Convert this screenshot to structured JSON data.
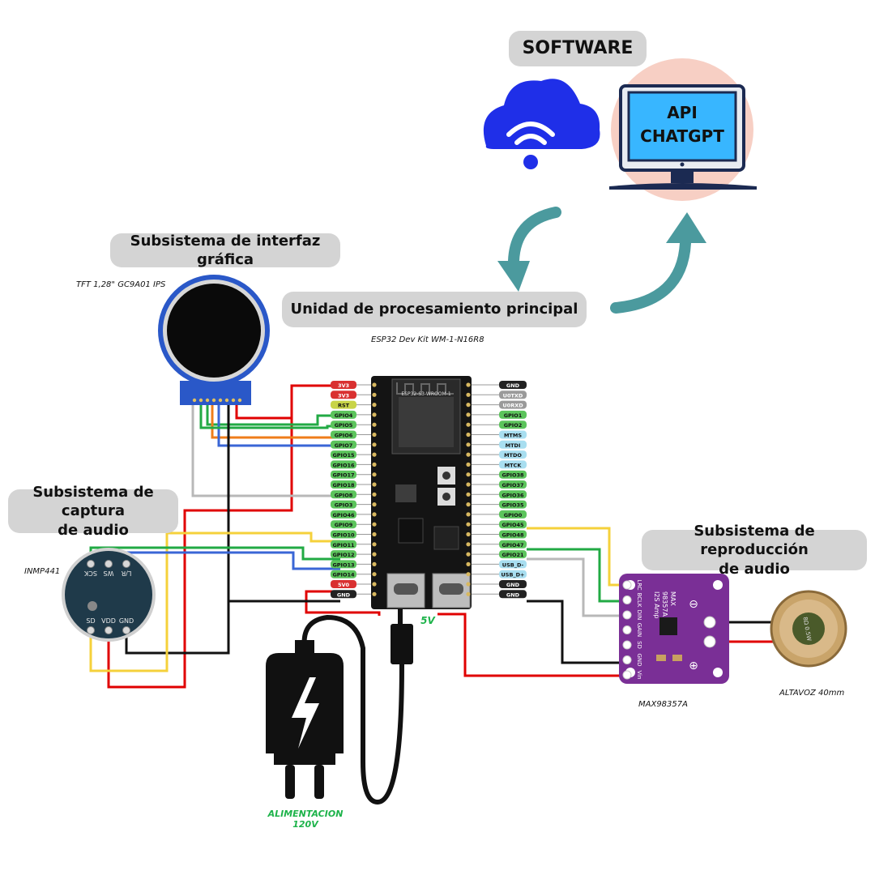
{
  "labels": {
    "software": "SOFTWARE",
    "api_line1": "API",
    "api_line2": "CHATGPT",
    "gui_subsystem": "Subsistema de interfaz gráfica",
    "tft_caption": "TFT 1,28\" GC9A01 IPS",
    "main_unit": "Unidad de procesamiento principal",
    "esp_caption": "ESP32 Dev Kit WM-1-N16R8",
    "capture_subsystem_l1": "Subsistema de captura",
    "capture_subsystem_l2": "de audio",
    "mic_caption": "INMP441",
    "playback_subsystem_l1": "Subsistema de reproducción",
    "playback_subsystem_l2": "de audio",
    "amp_caption": "MAX98357A",
    "speaker_caption": "ALTAVOZ 40mm",
    "power_label_l1": "ALIMENTACION",
    "power_label_l2": "120V",
    "five_volt": "5V"
  },
  "esp32": {
    "module_text": "ESP32-S3-WROOM-1",
    "left_pins": [
      {
        "label": "3V3",
        "color": "#d93030"
      },
      {
        "label": "3V3",
        "color": "#d93030"
      },
      {
        "label": "RST",
        "color": "#c8d447"
      },
      {
        "label": "GPIO4",
        "color": "#5cc45c"
      },
      {
        "label": "GPIO5",
        "color": "#5cc45c"
      },
      {
        "label": "GPIO6",
        "color": "#5cc45c"
      },
      {
        "label": "GPIO7",
        "color": "#5cc45c"
      },
      {
        "label": "GPIO15",
        "color": "#5cc45c"
      },
      {
        "label": "GPIO16",
        "color": "#5cc45c"
      },
      {
        "label": "GPIO17",
        "color": "#5cc45c"
      },
      {
        "label": "GPIO18",
        "color": "#5cc45c"
      },
      {
        "label": "GPIO8",
        "color": "#5cc45c"
      },
      {
        "label": "GPIO3",
        "color": "#5cc45c"
      },
      {
        "label": "GPIO46",
        "color": "#5cc45c"
      },
      {
        "label": "GPIO9",
        "color": "#5cc45c"
      },
      {
        "label": "GPIO10",
        "color": "#5cc45c"
      },
      {
        "label": "GPIO11",
        "color": "#5cc45c"
      },
      {
        "label": "GPIO12",
        "color": "#5cc45c"
      },
      {
        "label": "GPIO13",
        "color": "#5cc45c"
      },
      {
        "label": "GPIO14",
        "color": "#5cc45c"
      },
      {
        "label": "5V0",
        "color": "#d93030"
      },
      {
        "label": "GND",
        "color": "#222222"
      }
    ],
    "right_pins": [
      {
        "label": "GND",
        "color": "#222222"
      },
      {
        "label": "U0TXD",
        "color": "#9a9a9a"
      },
      {
        "label": "U0RXD",
        "color": "#9a9a9a"
      },
      {
        "label": "GPIO1",
        "color": "#5cc45c"
      },
      {
        "label": "GPIO2",
        "color": "#5cc45c"
      },
      {
        "label": "MTMS",
        "color": "#a8def0"
      },
      {
        "label": "MTDI",
        "color": "#a8def0"
      },
      {
        "label": "MTDO",
        "color": "#a8def0"
      },
      {
        "label": "MTCK",
        "color": "#a8def0"
      },
      {
        "label": "GPIO38",
        "color": "#5cc45c"
      },
      {
        "label": "GPIO37",
        "color": "#5cc45c"
      },
      {
        "label": "GPIO36",
        "color": "#5cc45c"
      },
      {
        "label": "GPIO35",
        "color": "#5cc45c"
      },
      {
        "label": "GPIO0",
        "color": "#5cc45c"
      },
      {
        "label": "GPIO45",
        "color": "#5cc45c"
      },
      {
        "label": "GPIO48",
        "color": "#5cc45c"
      },
      {
        "label": "GPIO47",
        "color": "#5cc45c"
      },
      {
        "label": "GPIO21",
        "color": "#5cc45c"
      },
      {
        "label": "USB_D-",
        "color": "#a8def0"
      },
      {
        "label": "USB_D+",
        "color": "#a8def0"
      },
      {
        "label": "GND",
        "color": "#222222"
      },
      {
        "label": "GND",
        "color": "#222222"
      }
    ]
  },
  "mic_pins": [
    "SCK",
    "WS",
    "L/R",
    "SD",
    "VDD",
    "GND"
  ],
  "amp_pins": [
    "LRC",
    "BCLK",
    "DIN",
    "GAIN",
    "SD",
    "GND",
    "Vin"
  ],
  "amp_chip": [
    "MAX",
    "98357A",
    "I2S Amp"
  ],
  "speaker_text": "8Ω 0.5W",
  "colors": {
    "pill_bg": "#d4d4d4",
    "arrow_teal": "#4b9a9e",
    "cloud_blue": "#1f2fe8",
    "monitor_screen": "#38b6ff",
    "monitor_halo": "#f7cfc4",
    "wire_red": "#e00000",
    "wire_yellow": "#f5d13b",
    "wire_green": "#22aa44",
    "wire_blue": "#3a66d6",
    "wire_orange": "#ef7d1a",
    "wire_gray": "#b8b8b8",
    "wire_black": "#111111",
    "amp_purple": "#7a2f96",
    "power_green": "#1db34a"
  },
  "icons": [
    "cloud-wifi-icon",
    "monitor-icon",
    "cycle-arrow-icon",
    "charger-icon",
    "lightning-icon"
  ]
}
